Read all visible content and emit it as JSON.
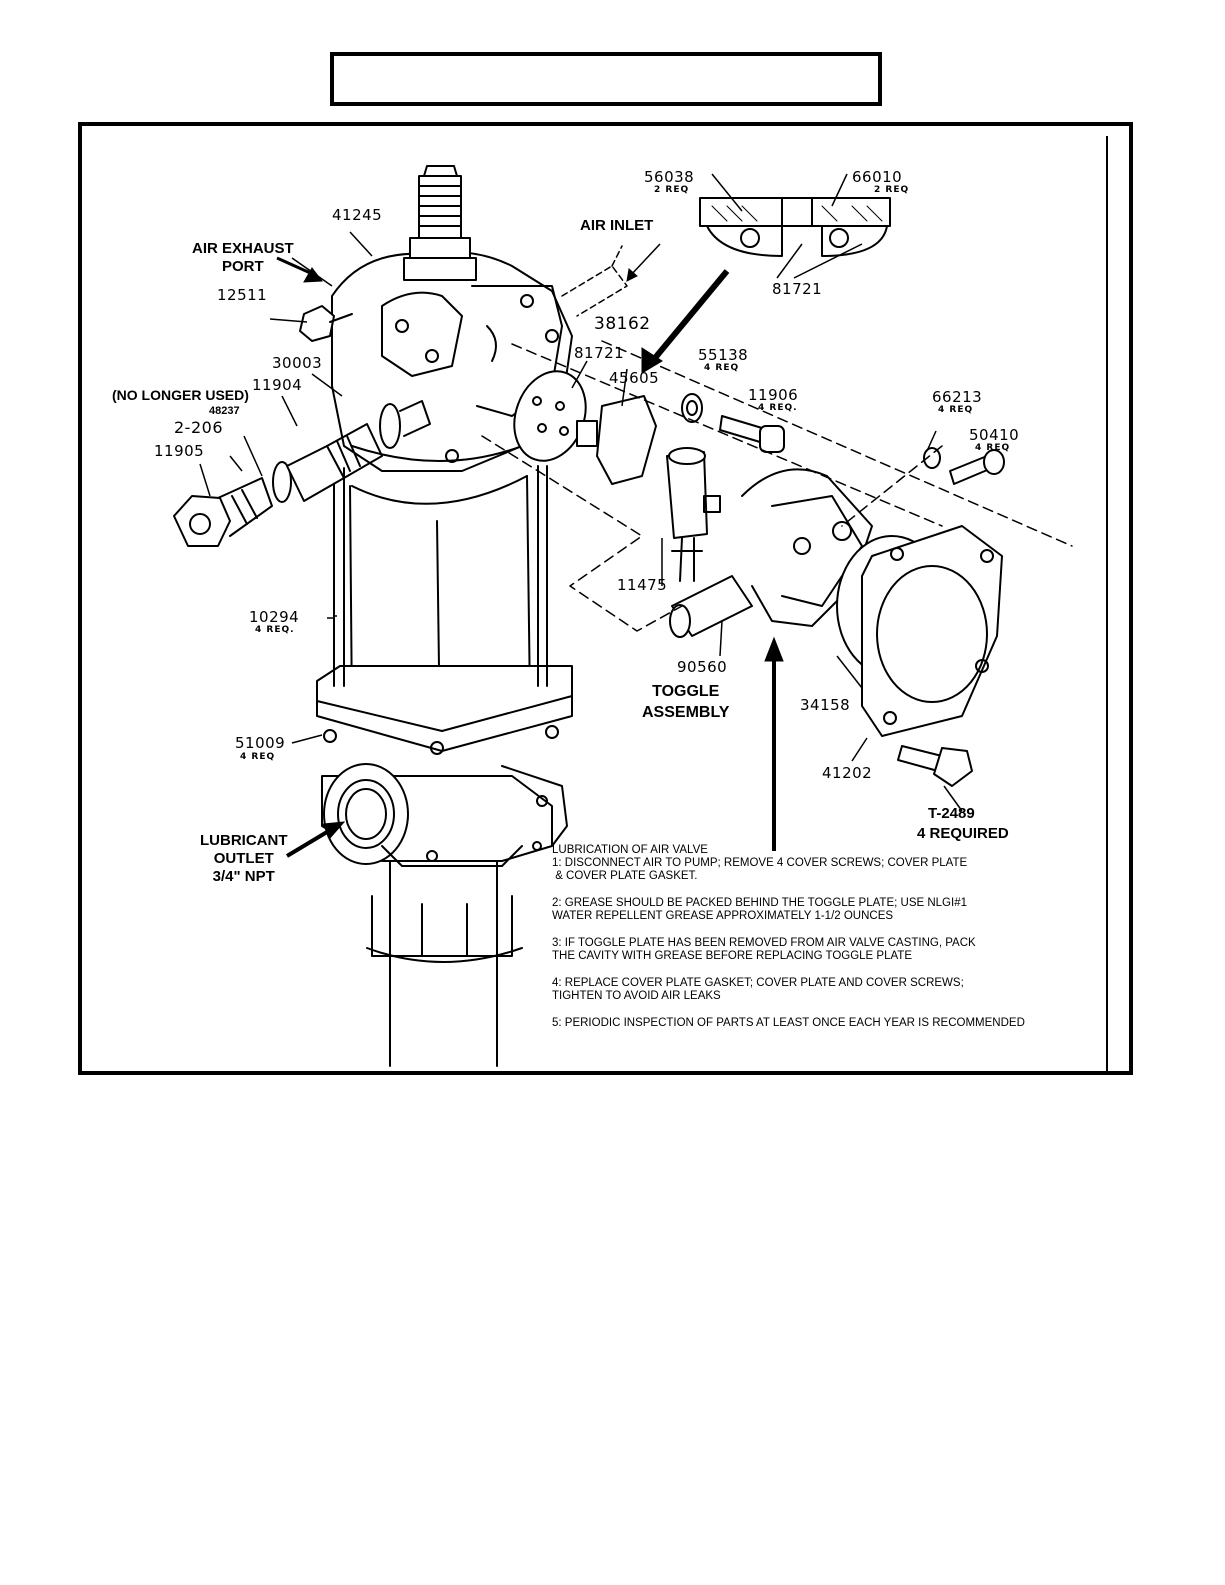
{
  "header": {
    "title": ""
  },
  "callouts": {
    "p41245": "41245",
    "air_exhaust_port": "AIR EXHAUST\nPORT",
    "p12511": "12511",
    "p30003": "30003",
    "no_longer_used": "(NO LONGER USED)",
    "p11904": "11904",
    "p48237": "48237",
    "p2_206": "2-206",
    "p11905": "11905",
    "air_inlet": "AIR INLET",
    "p56038": "56038",
    "p56038_req": "2 REQ",
    "p66010": "66010",
    "p66010_req": "2 REQ",
    "p81721_top": "81721",
    "p38162": "38162",
    "p81721": "81721",
    "p45605": "45605",
    "p55138": "55138",
    "p55138_req": "4 REQ",
    "p11906": "11906",
    "p11906_req": "4 REQ.",
    "p66213": "66213",
    "p66213_req": "4 REQ",
    "p50410": "50410",
    "p50410_req": "4 REQ",
    "p11475": "11475",
    "p10294": "10294",
    "p10294_req": "4 REQ.",
    "p90560": "90560",
    "toggle_assembly": "TOGGLE\nASSEMBLY",
    "p34158": "34158",
    "p51009": "51009",
    "p51009_req": "4 REQ",
    "p41202": "41202",
    "t2489": "T-2489",
    "t2489_req": "4 REQUIRED",
    "lubricant_outlet": "LUBRICANT\nOUTLET\n3/4\" NPT"
  },
  "notes": {
    "heading": "LUBRICATION OF AIR VALVE",
    "steps": [
      "1: DISCONNECT AIR TO PUMP; REMOVE 4 COVER SCREWS; COVER PLATE\n & COVER PLATE GASKET.",
      "2: GREASE SHOULD BE PACKED BEHIND THE TOGGLE PLATE; USE NLGI#1\nWATER REPELLENT GREASE APPROXIMATELY 1-1/2 OUNCES",
      "3: IF TOGGLE PLATE HAS BEEN REMOVED FROM AIR VALVE CASTING, PACK\nTHE CAVITY WITH GREASE BEFORE REPLACING TOGGLE PLATE",
      "4: REPLACE COVER PLATE GASKET; COVER PLATE AND COVER SCREWS;\nTIGHTEN TO AVOID AIR LEAKS",
      "5: PERIODIC INSPECTION OF PARTS AT LEAST ONCE EACH YEAR IS RECOMMENDED"
    ]
  }
}
